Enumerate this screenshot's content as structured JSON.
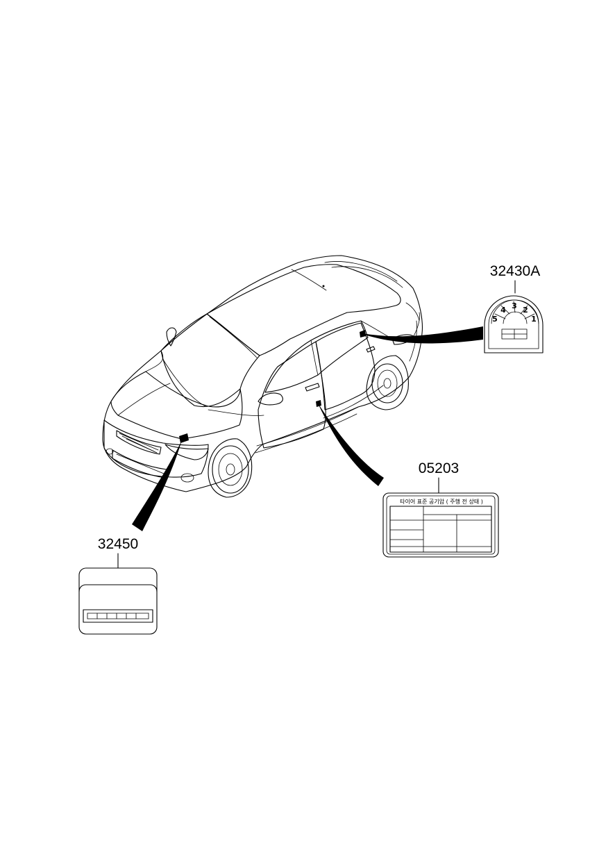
{
  "parts": {
    "label_32430A": "32430A",
    "label_05203": "05203",
    "label_32450": "32450"
  },
  "tire_label_header": "타이어 표준 공기압 ( 주행 전 상태 )",
  "gauge_numbers": [
    "5",
    "4",
    "3",
    "2",
    "1"
  ]
}
